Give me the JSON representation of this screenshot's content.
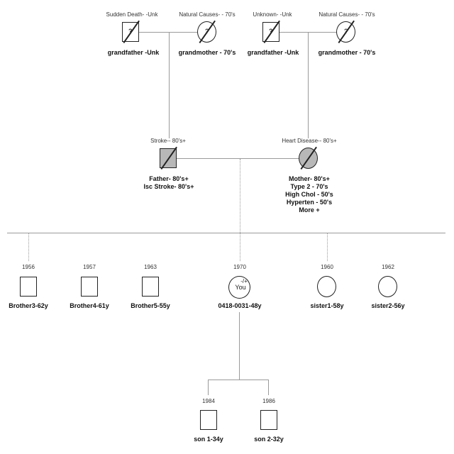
{
  "grandparents": [
    {
      "note": "Sudden Death- -Unk",
      "label": "grandfather -Unk",
      "symbol": "?"
    },
    {
      "note": "Natural Causes- - 70's",
      "label": "grandmother - 70's",
      "symbol": "?"
    },
    {
      "note": "Unknown- -Unk",
      "label": "grandfather -Unk",
      "symbol": "?"
    },
    {
      "note": "Natural Causes- - 70's",
      "label": "grandmother - 70's",
      "symbol": "?"
    }
  ],
  "parents": {
    "father": {
      "note": "Stroke-- 80's+",
      "lines": [
        "Father- 80's+",
        "Isc Stroke- 80's+"
      ]
    },
    "mother": {
      "note": "Heart Disease-- 80's+",
      "lines": [
        "Mother- 80's+",
        "Type 2 - 70's",
        "High Chol - 50's",
        "Hyperten - 50's",
        "More +"
      ]
    }
  },
  "siblings": [
    {
      "year": "1956",
      "label": "Brother3-62y",
      "shape": "square"
    },
    {
      "year": "1957",
      "label": "Brother4-61y",
      "shape": "square"
    },
    {
      "year": "1963",
      "label": "Brother5-55y",
      "shape": "square"
    },
    {
      "year": "1970",
      "label": "0418-0031-48y",
      "shape": "circle",
      "proband_mark": "-/+",
      "proband_text": "You"
    },
    {
      "year": "1960",
      "label": "sister1-58y",
      "shape": "circle"
    },
    {
      "year": "1962",
      "label": "sister2-56y",
      "shape": "circle"
    }
  ],
  "children": [
    {
      "year": "1984",
      "label": "son 1-34y",
      "shape": "square"
    },
    {
      "year": "1986",
      "label": "son 2-32y",
      "shape": "square"
    }
  ],
  "colors": {
    "line": "#9a9a9a",
    "symbol": "#222222",
    "shade": "#b8b8b8"
  }
}
